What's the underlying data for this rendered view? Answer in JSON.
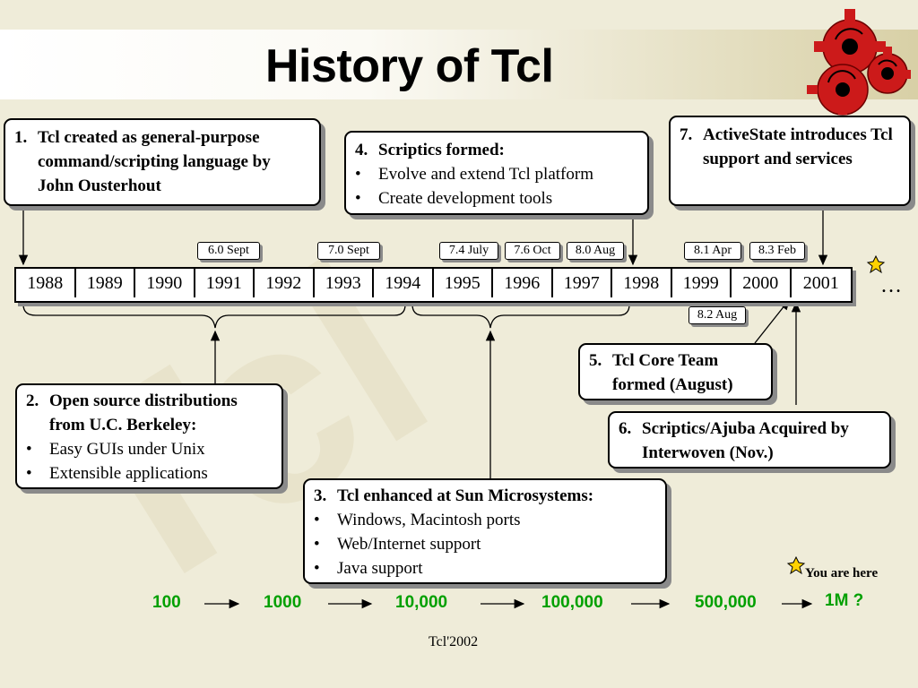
{
  "title": "History of Tcl",
  "timeline": {
    "years": [
      "1988",
      "1989",
      "1990",
      "1991",
      "1992",
      "1993",
      "1994",
      "1995",
      "1996",
      "1997",
      "1998",
      "1999",
      "2000",
      "2001"
    ],
    "ellipsis": "…",
    "releases_above": [
      {
        "label": "6.0 Sept"
      },
      {
        "label": "7.0 Sept"
      },
      {
        "label": "7.4 July"
      },
      {
        "label": "7.6 Oct"
      },
      {
        "label": "8.0 Aug"
      },
      {
        "label": "8.1 Apr"
      },
      {
        "label": "8.3 Feb"
      }
    ],
    "releases_below": [
      {
        "label": "8.2 Aug"
      }
    ]
  },
  "events": {
    "e1": {
      "num": "1.",
      "text": "Tcl created as general-purpose command/scripting language by John Ousterhout"
    },
    "e2": {
      "num": "2.",
      "text": "Open source distributions from U.C. Berkeley:",
      "bullets": [
        "Easy GUIs under Unix",
        "Extensible applications"
      ]
    },
    "e3": {
      "num": "3.",
      "text": "Tcl enhanced at Sun Microsystems:",
      "bullets": [
        "Windows, Macintosh ports",
        "Web/Internet support",
        "Java support"
      ]
    },
    "e4": {
      "num": "4.",
      "text": "Scriptics formed:",
      "bullets": [
        "Evolve and extend Tcl platform",
        "Create development tools"
      ]
    },
    "e5": {
      "num": "5.",
      "text": "Tcl Core Team formed (August)"
    },
    "e6": {
      "num": "6.",
      "text": "Scriptics/Ajuba Acquired by Interwoven (Nov.)"
    },
    "e7": {
      "num": "7.",
      "text": "ActiveState introduces Tcl support and services"
    }
  },
  "bullet_char": "•",
  "growth": [
    "100",
    "1000",
    "10,000",
    "100,000",
    "500,000",
    "1M ?"
  ],
  "you_are_here": "You are here",
  "footer": "Tcl'2002",
  "colors": {
    "growth": "#00a000",
    "gear": "#cc1a1a",
    "background": "#efecd9"
  }
}
